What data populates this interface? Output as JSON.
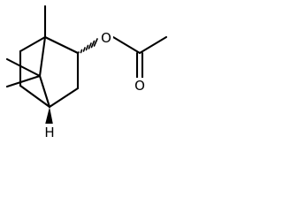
{
  "molecule": {
    "atom_labels": {
      "ester_oxygen": "O",
      "carbonyl_oxygen": "O",
      "bridgehead_hydrogen": "H"
    },
    "colors": {
      "bond": "#000000",
      "background": "#ffffff"
    }
  }
}
